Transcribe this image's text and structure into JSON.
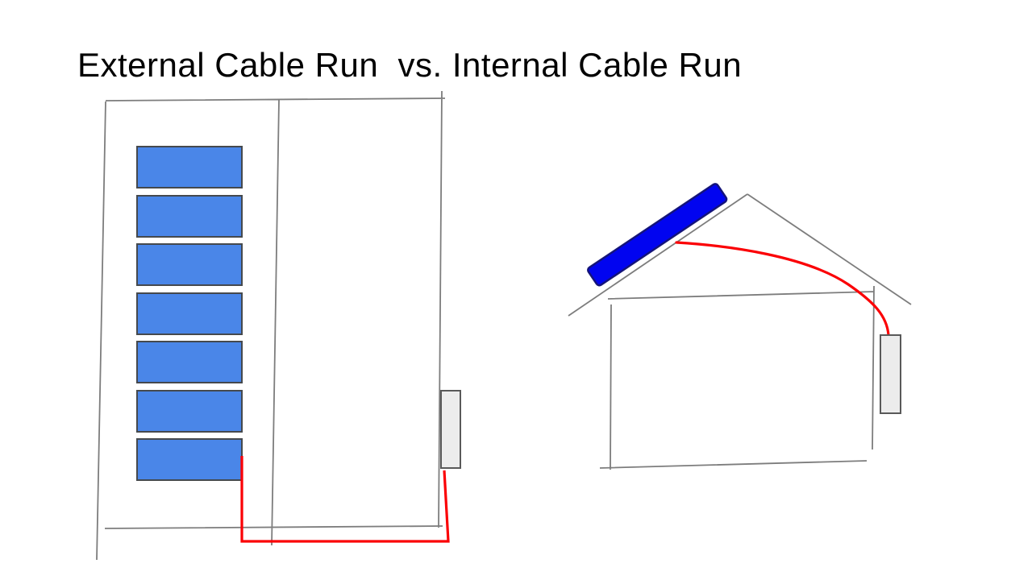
{
  "slide": {
    "title": "External Cable Run  vs. Internal Cable Run",
    "background": "#ffffff"
  },
  "colors": {
    "panel_blue": "#4a86e8",
    "panel_border": "#45494d",
    "roof_panel_blue": "#0104f0",
    "roof_panel_border": "#14147a",
    "cable_red": "#fb0005",
    "sketch_line": "#7d7d7d",
    "sketch_line_light": "#9a9a9a",
    "box_fill": "#ececec",
    "box_border": "#595959"
  },
  "diagram": {
    "external": {
      "label": "External Cable Run",
      "structure": "flat-building-side-view",
      "solar_panel_count": 7,
      "cable_route": "external",
      "conduit_box": true
    },
    "internal": {
      "label": "Internal Cable Run",
      "structure": "pitched-roof-house",
      "roof_solar_panel_count": 1,
      "cable_route": "internal",
      "conduit_box": true
    }
  }
}
